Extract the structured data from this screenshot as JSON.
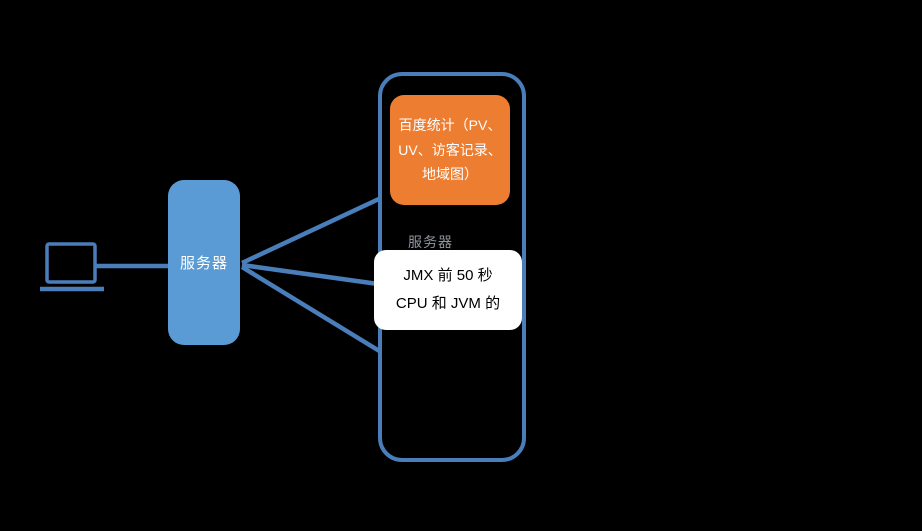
{
  "diagram": {
    "client": {
      "icon": "laptop-icon"
    },
    "server_node": {
      "label": "服务器"
    },
    "container": {
      "baidu_box": {
        "lines": [
          "百度统计（PV、",
          "UV、访客记录、",
          "地域图）"
        ]
      },
      "caption": "服务器",
      "jmx_box": {
        "lines": [
          "JMX 前 50 秒",
          "CPU 和 JVM 的"
        ]
      }
    },
    "colors": {
      "background": "#000000",
      "node_blue": "#5b9bd5",
      "line_blue": "#4a7ebb",
      "orange": "#ed7d31",
      "white_box": "#ffffff"
    }
  }
}
